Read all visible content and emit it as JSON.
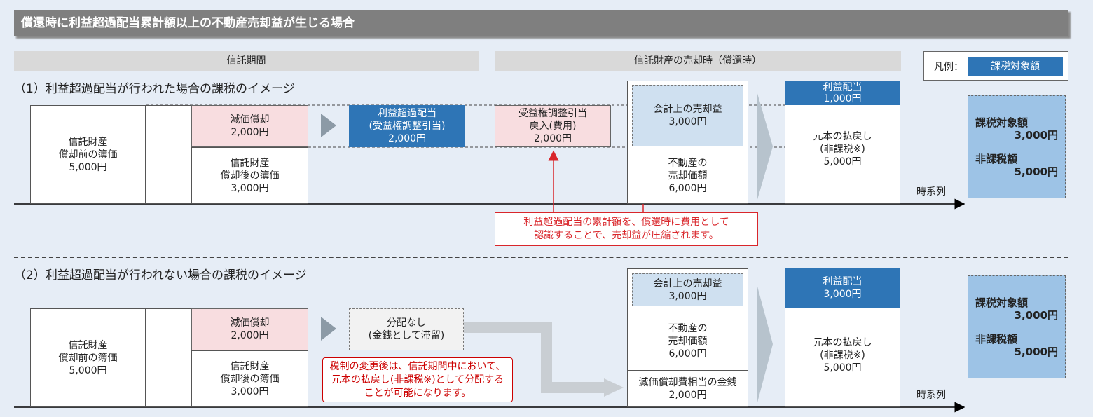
{
  "title": "償還時に利益超過配当累計額以上の不動産売却益が生じる場合",
  "headers": {
    "period": "信託期間",
    "sale": "信託財産の売却時（償還時）"
  },
  "legend": {
    "label": "凡例：",
    "swatch": "課税対象額"
  },
  "s1": {
    "title": "（1）利益超過配当が行われた場合の課税のイメージ",
    "pre_book": [
      "信託財産",
      "償却前の簿価",
      "5,000円"
    ],
    "dep": [
      "減価償却",
      "2,000円"
    ],
    "post_book": [
      "信託財産",
      "償却後の簿価",
      "3,000円"
    ],
    "excess": [
      "利益超過配当",
      "(受益権調整引当)",
      "2,000円"
    ],
    "reversal": [
      "受益権調整引当",
      "戻入(費用)",
      "2,000円"
    ],
    "gain": [
      "会計上の売却益",
      "3,000円"
    ],
    "price": [
      "不動産の",
      "売却価額",
      "6,000円"
    ],
    "dividend": [
      "利益配当",
      "1,000円"
    ],
    "refund": [
      "元本の払戻し",
      "(非課税※)",
      "5,000円"
    ],
    "note": [
      "利益超過配当の累計額を、償還時に費用として",
      "認識することで、売却益が圧縮されます。"
    ],
    "taxable_label": "課税対象額",
    "taxable_value": "3,000円",
    "nontax_label": "非課税額",
    "nontax_value": "5,000円",
    "timeline": "時系列"
  },
  "s2": {
    "title": "（2）利益超過配当が行われない場合の課税のイメージ",
    "pre_book": [
      "信託財産",
      "償却前の簿価",
      "5,000円"
    ],
    "dep": [
      "減価償却",
      "2,000円"
    ],
    "post_book": [
      "信託財産",
      "償却後の簿価",
      "3,000円"
    ],
    "none": [
      "分配なし",
      "(金銭として滞留)"
    ],
    "note": [
      "税制の変更後は、信託期間中において、",
      "元本の払戻し(非課税※)として分配する",
      "ことが可能になります。"
    ],
    "gain": [
      "会計上の売却益",
      "3,000円"
    ],
    "price": [
      "不動産の",
      "売却価額",
      "6,000円"
    ],
    "cash": [
      "減価償却費相当の金銭",
      "2,000円"
    ],
    "dividend": [
      "利益配当",
      "3,000円"
    ],
    "refund": [
      "元本の払戻し",
      "(非課税※)",
      "5,000円"
    ],
    "taxable_label": "課税対象額",
    "taxable_value": "3,000円",
    "nontax_label": "非課税額",
    "nontax_value": "5,000円",
    "timeline": "時系列"
  }
}
